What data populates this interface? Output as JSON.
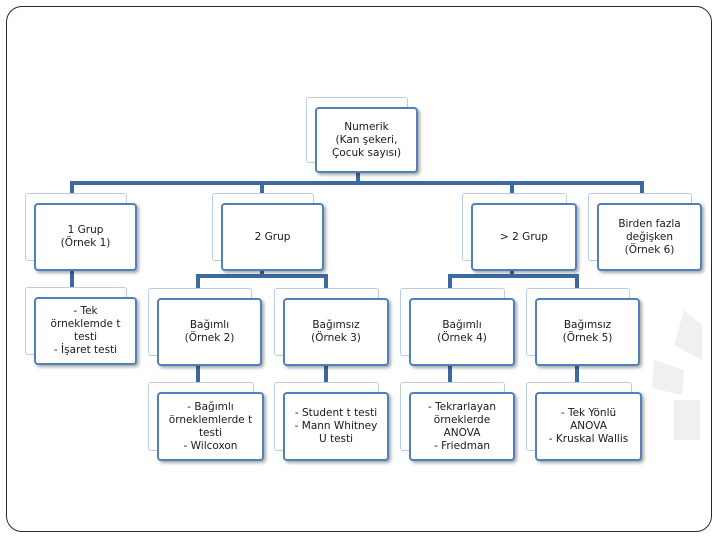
{
  "diagram": {
    "root": "Numerik\n(Kan şekeri,\nÇocuk sayısı)",
    "level1": {
      "one_group": "1 Grup\n(Örnek 1)",
      "two_group": "2 Grup",
      "more_group": "> 2 Grup",
      "multi_var": "Birden fazla\ndeğişken\n(Örnek 6)"
    },
    "one_group_test": "- Tek\nörneklemde t\ntesti\n- İşaret testi",
    "two_group_children": {
      "dependent": "Bağımlı\n(Örnek 2)",
      "independent": "Bağımsız\n(Örnek 3)",
      "dependent_tests": "- Bağımlı\nörneklemlerde t\ntesti\n- Wilcoxon",
      "independent_tests": "- Student t testi\n- Mann Whitney\nU testi"
    },
    "more_group_children": {
      "dependent": "Bağımlı\n(Örnek 4)",
      "independent": "Bağımsız\n(Örnek 5)",
      "dependent_tests": "- Tekrarlayan\nörneklerde\nANOVA\n- Friedman",
      "independent_tests": "- Tek Yönlü\nANOVA\n- Kruskal Wallis"
    }
  },
  "colors": {
    "connector": "#3d6a9e",
    "box_border": "#4f81bd",
    "shadow_border": "#b9cde6"
  }
}
